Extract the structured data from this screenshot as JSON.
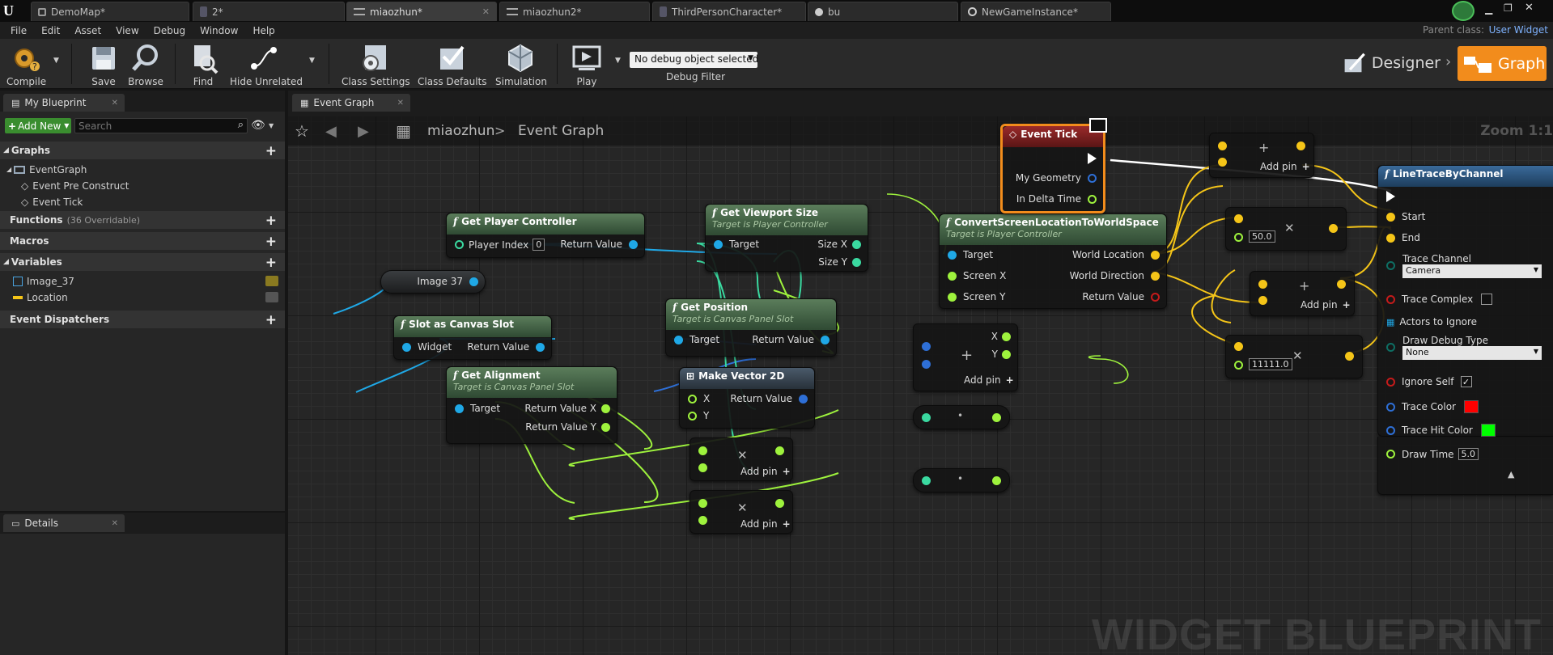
{
  "tabs": [
    {
      "label": "DemoMap*"
    },
    {
      "label": "2*"
    },
    {
      "label": "miaozhun*"
    },
    {
      "label": "miaozhun2*"
    },
    {
      "label": "ThirdPersonCharacter*"
    },
    {
      "label": "bu"
    },
    {
      "label": "NewGameInstance*"
    }
  ],
  "parent_class": {
    "label": "Parent class:",
    "value": "User Widget"
  },
  "menu": [
    "File",
    "Edit",
    "Asset",
    "View",
    "Debug",
    "Window",
    "Help"
  ],
  "toolbar": {
    "compile": "Compile",
    "save": "Save",
    "browse": "Browse",
    "find": "Find",
    "hide_unrelated": "Hide Unrelated",
    "class_settings": "Class Settings",
    "class_defaults": "Class Defaults",
    "simulation": "Simulation",
    "play": "Play",
    "debug_select": "No debug object selected",
    "debug_filter": "Debug Filter"
  },
  "modes": {
    "designer": "Designer",
    "graph": "Graph"
  },
  "my_blueprint": {
    "tab": "My Blueprint",
    "add_new": "Add New",
    "search_placeholder": "Search",
    "graphs": "Graphs",
    "event_graph": "EventGraph",
    "pre_construct": "Event Pre Construct",
    "event_tick": "Event Tick",
    "functions": "Functions",
    "functions_count": "(36 Overridable)",
    "macros": "Macros",
    "variables": "Variables",
    "var1": "Image_37",
    "var2": "Location",
    "dispatchers": "Event Dispatchers"
  },
  "details": {
    "tab": "Details"
  },
  "graph_tab": {
    "label": "Event Graph",
    "crumb_root": "miaozhun",
    "crumb_leaf": "Event Graph",
    "zoom": "Zoom 1:1"
  },
  "nodes": {
    "get_player_controller": {
      "title": "Get Player Controller",
      "player_index": "Player Index",
      "player_index_val": "0",
      "ret": "Return Value"
    },
    "get_viewport_size": {
      "title": "Get Viewport Size",
      "sub": "Target is Player Controller",
      "target": "Target",
      "sx": "Size X",
      "sy": "Size Y"
    },
    "image37": {
      "label": "Image 37"
    },
    "slot_as_canvas": {
      "title": "Slot as Canvas Slot",
      "widget": "Widget",
      "ret": "Return Value"
    },
    "get_position": {
      "title": "Get Position",
      "sub": "Target is Canvas Panel Slot",
      "target": "Target",
      "ret": "Return Value"
    },
    "get_alignment": {
      "title": "Get Alignment",
      "sub": "Target is Canvas Panel Slot",
      "target": "Target",
      "rx": "Return Value X",
      "ry": "Return Value Y"
    },
    "make_vector2d": {
      "title": "Make Vector 2D",
      "x": "X",
      "y": "Y",
      "ret": "Return Value"
    },
    "convert": {
      "title": "ConvertScreenLocationToWorldSpace",
      "sub": "Target is Player Controller",
      "target": "Target",
      "sx": "Screen X",
      "sy": "Screen Y",
      "wl": "World Location",
      "wd": "World Direction",
      "ret": "Return Value"
    },
    "event_tick": {
      "title": "Event Tick",
      "geo": "My Geometry",
      "dt": "In Delta Time"
    },
    "break_vec": {
      "x": "X",
      "y": "Y",
      "add": "Add pin"
    },
    "add_pin": "Add pin",
    "mult1": {
      "val": "50.0"
    },
    "mult2": {
      "val": "11111.0"
    },
    "line_trace": {
      "title": "LineTraceByChannel",
      "start": "Start",
      "end": "End",
      "trace_channel": "Trace Channel",
      "trace_channel_val": "Camera",
      "trace_complex": "Trace Complex",
      "actors": "Actors to Ignore",
      "draw_debug": "Draw Debug Type",
      "draw_debug_val": "None",
      "ignore_self": "Ignore Self",
      "trace_color": "Trace Color",
      "trace_hit_color": "Trace Hit Color",
      "draw_time": "Draw Time",
      "draw_time_val": "5.0"
    }
  },
  "watermark": "WIDGET BLUEPRINT",
  "colors": {
    "exec": "#ffffff",
    "object": "#1fa8e6",
    "float": "#9ef23d",
    "vector": "#f5c518",
    "vector2d": "#2e6fd6",
    "bool": "#c41b1b",
    "accent": "#f28c1c"
  }
}
